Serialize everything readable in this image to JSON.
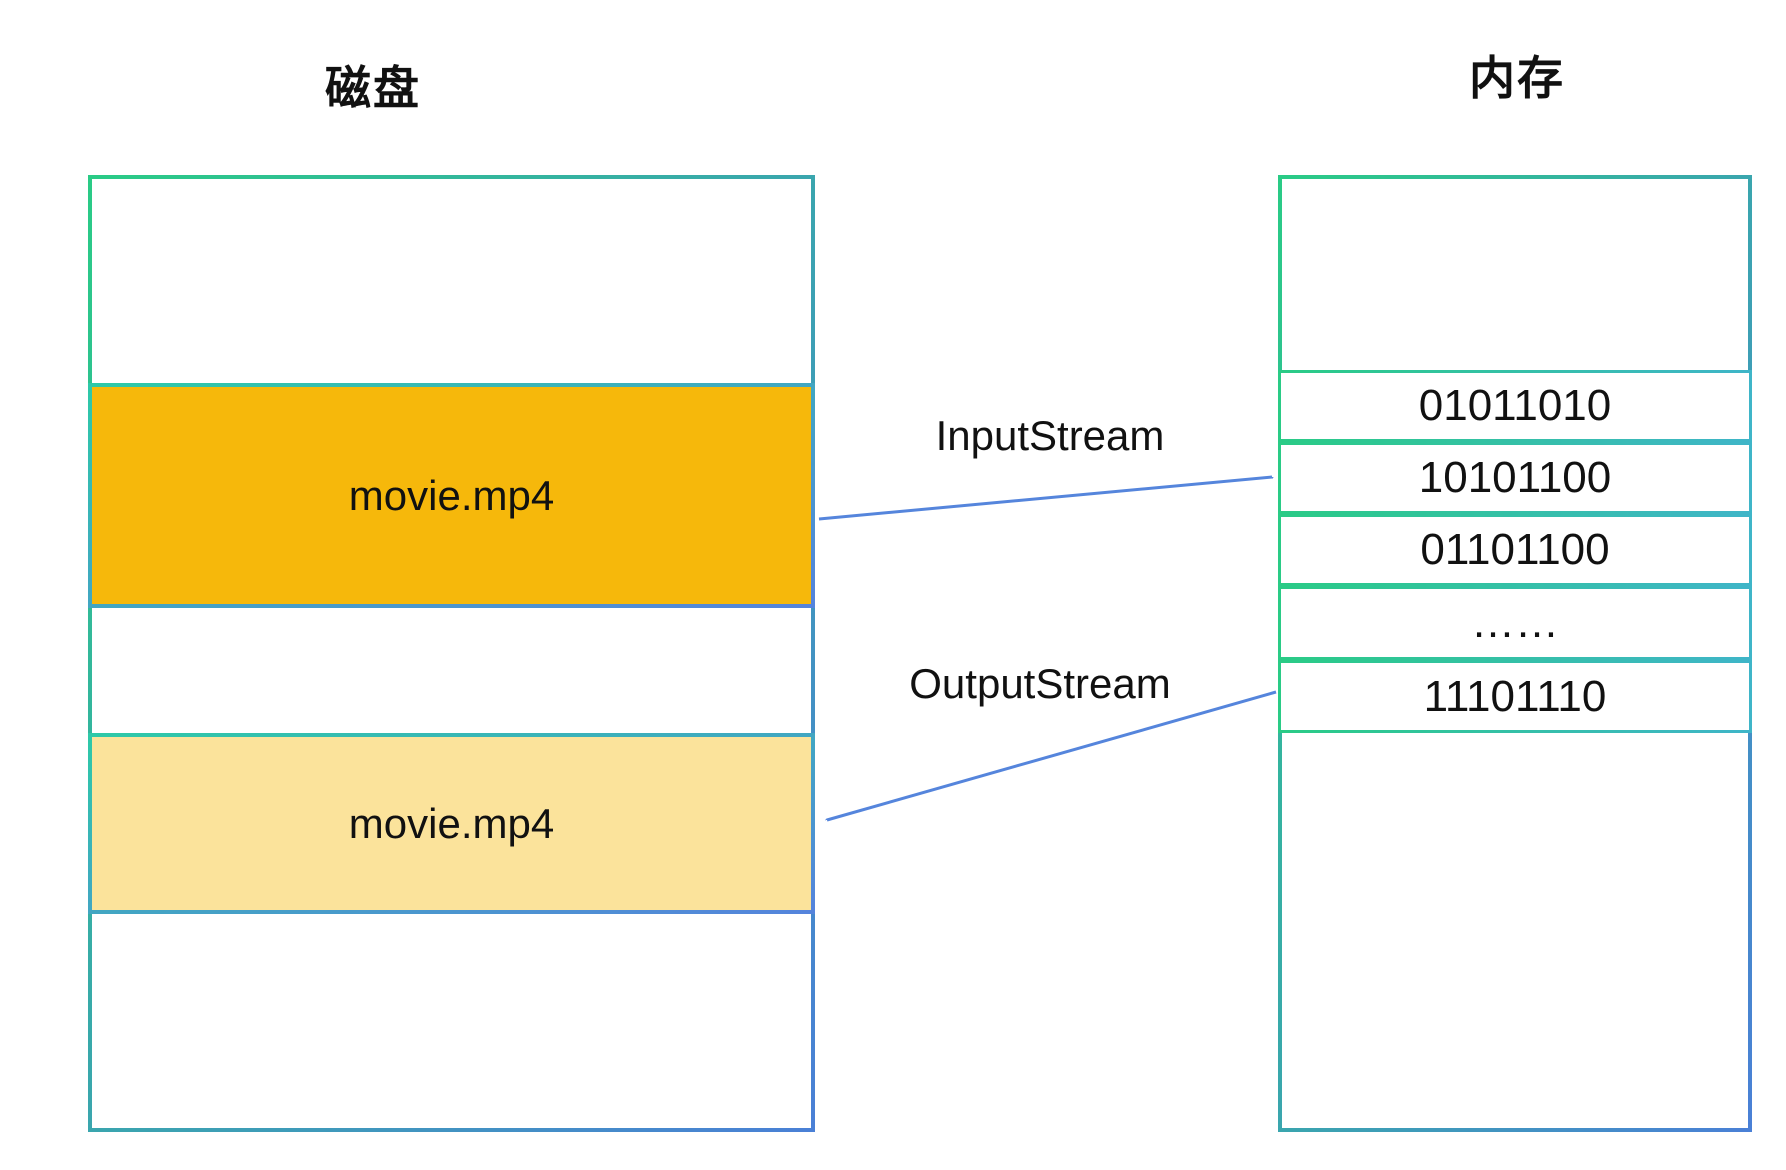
{
  "disk": {
    "title": "磁盘",
    "source_block_label": "movie.mp4",
    "copy_block_label": "movie.mp4"
  },
  "memory": {
    "title": "内存",
    "rows": [
      "01011010",
      "10101100",
      "01101100",
      "……",
      "11101110"
    ]
  },
  "streams": {
    "input_label": "InputStream",
    "output_label": "OutputStream"
  },
  "colors": {
    "block1_fill": "#F6B80B",
    "block2_fill": "#FBE39B",
    "border_gradient_start": "#2ACB86",
    "border_gradient_end": "#4A80D6",
    "section_border_start": "#2EC9A8",
    "section_border_end": "#5584DC",
    "row_border_end": "#3FB5C8",
    "arrow_color": "#5585DC"
  }
}
